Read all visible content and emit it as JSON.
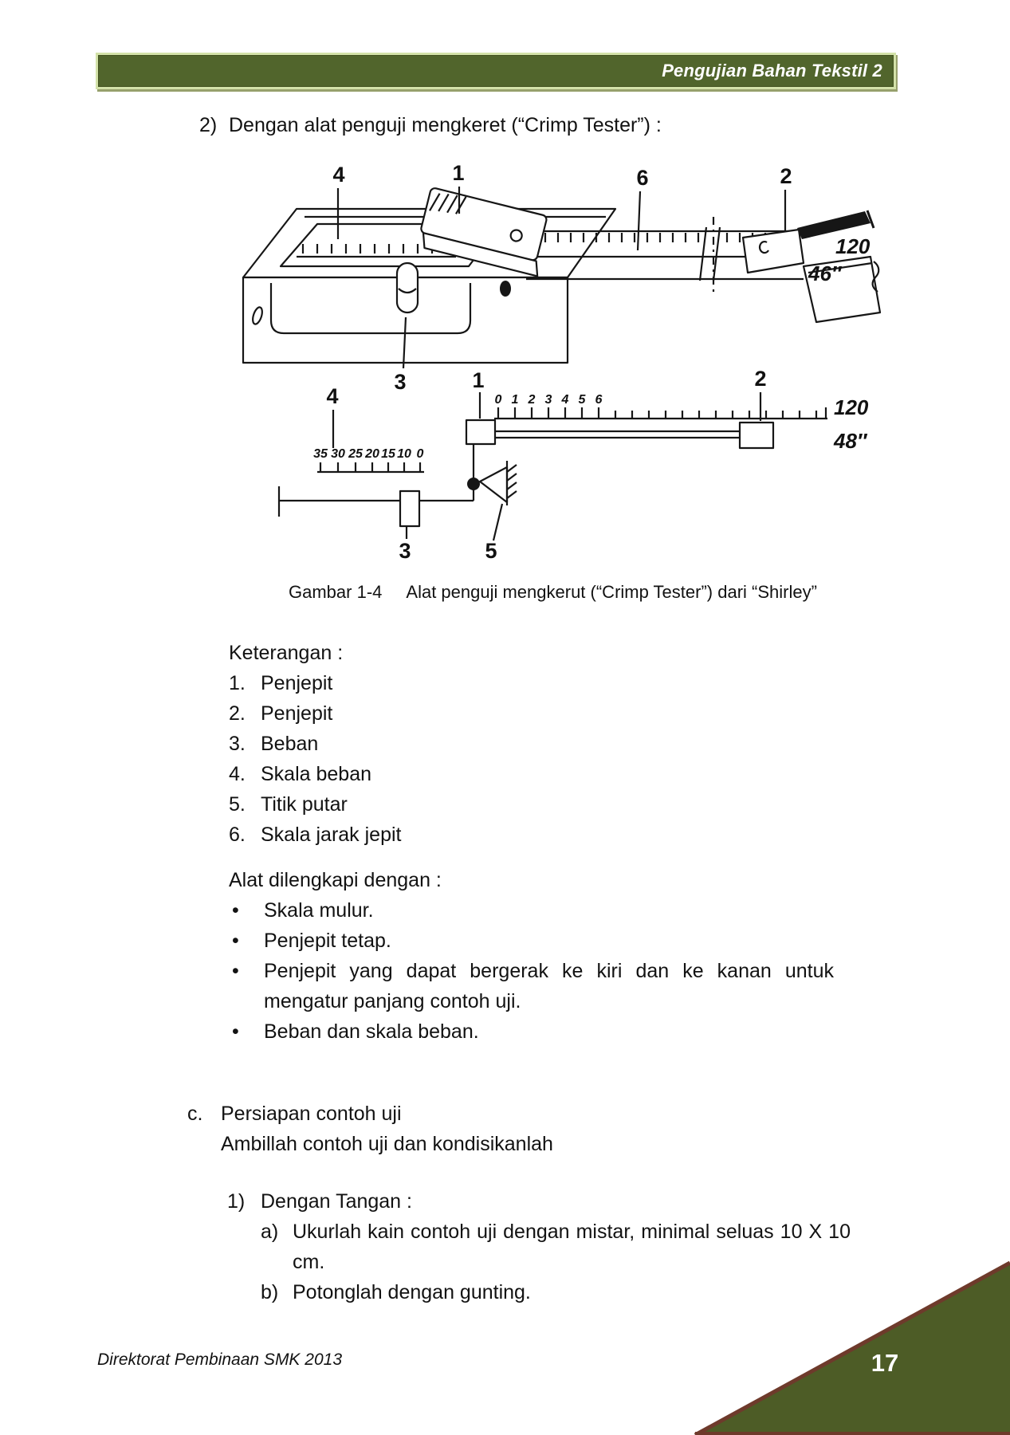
{
  "header": {
    "title": "Pengujian Bahan Tekstil 2"
  },
  "heading": {
    "number": "2)",
    "text": "Dengan alat penguji mengkeret (“Crimp Tester”) :"
  },
  "figure": {
    "caption_label": "Gambar 1-4",
    "caption_text": "Alat penguji mengkerut (“Crimp Tester”) dari “Shirley”",
    "top_view": {
      "callout_4": "4",
      "callout_1": "1",
      "callout_6": "6",
      "callout_2": "2",
      "callout_3": "3",
      "end_top": "120",
      "end_bottom": "46″"
    },
    "bottom_view": {
      "callout_4": "4",
      "callout_1": "1",
      "callout_2": "2",
      "callout_3": "3",
      "callout_5": "5",
      "ruler_numbers": [
        "0",
        "1",
        "2",
        "3",
        "4",
        "5",
        "6"
      ],
      "load_scale_numbers": [
        "35",
        "30",
        "25",
        "20",
        "15",
        "10",
        "0"
      ],
      "end_top": "120",
      "end_bottom": "48″"
    }
  },
  "keterangan": {
    "title": "Keterangan :",
    "items": [
      {
        "num": "1.",
        "label": "Penjepit"
      },
      {
        "num": "2.",
        "label": "Penjepit"
      },
      {
        "num": "3.",
        "label": "Beban"
      },
      {
        "num": "4.",
        "label": "Skala beban"
      },
      {
        "num": "5.",
        "label": "Titik putar"
      },
      {
        "num": "6.",
        "label": "Skala jarak jepit"
      }
    ]
  },
  "equipment": {
    "title": "Alat dilengkapi dengan :",
    "bullet": "•",
    "items": [
      "Skala mulur.",
      "Penjepit tetap.",
      "Penjepit yang dapat bergerak ke kiri dan ke kanan untuk mengatur panjang contoh uji.",
      "Beban dan skala beban."
    ]
  },
  "section_c": {
    "label": "c.",
    "title": "Persiapan contoh uji",
    "line2": "Ambillah contoh uji dan kondisikanlah",
    "item1_label": "1)",
    "item1_title": "Dengan Tangan :",
    "sub_a_label": "a)",
    "sub_a_text": "Ukurlah kain contoh uji dengan mistar, minimal seluas 10 X 10 cm.",
    "sub_b_label": "b)",
    "sub_b_text": "Potonglah dengan gunting."
  },
  "footer": {
    "credit": "Direktorat Pembinaan SMK 2013",
    "page_number": "17"
  },
  "colors": {
    "header_green": "#51652c",
    "header_border": "#d3e2a9",
    "corner_green": "#4d5c26",
    "corner_edge": "#6e3a2b"
  }
}
